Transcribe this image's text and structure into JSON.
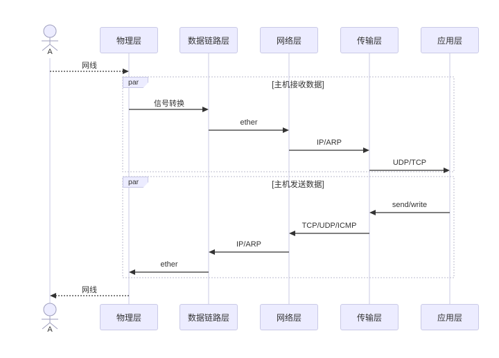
{
  "diagram": {
    "type": "sequence-diagram",
    "actor": {
      "label": "A"
    },
    "participants": [
      {
        "label": "物理层"
      },
      {
        "label": "数据链路层"
      },
      {
        "label": "网络层"
      },
      {
        "label": "传输层"
      },
      {
        "label": "应用层"
      }
    ],
    "frames": [
      {
        "keyword": "par",
        "condition": "[主机接收数据]"
      },
      {
        "keyword": "par",
        "condition": "[主机发送数据]"
      }
    ],
    "messages": [
      {
        "label": "网线",
        "from": "A",
        "to": "物理层",
        "style": "dotted"
      },
      {
        "label": "信号转换",
        "from": "物理层",
        "to": "数据链路层",
        "style": "solid"
      },
      {
        "label": "ether",
        "from": "数据链路层",
        "to": "网络层",
        "style": "solid"
      },
      {
        "label": "IP/ARP",
        "from": "网络层",
        "to": "传输层",
        "style": "solid"
      },
      {
        "label": "UDP/TCP",
        "from": "传输层",
        "to": "应用层",
        "style": "solid"
      },
      {
        "label": "send/write",
        "from": "应用层",
        "to": "传输层",
        "style": "solid"
      },
      {
        "label": "TCP/UDP/ICMP",
        "from": "传输层",
        "to": "网络层",
        "style": "solid"
      },
      {
        "label": "IP/ARP",
        "from": "网络层",
        "to": "数据链路层",
        "style": "solid"
      },
      {
        "label": "ether",
        "from": "数据链路层",
        "to": "物理层",
        "style": "solid"
      },
      {
        "label": "网线",
        "from": "物理层",
        "to": "A",
        "style": "dotted"
      }
    ],
    "colors": {
      "participant_fill": "#ECECFF",
      "participant_border": "#C9C9E6",
      "lifeline": "#C9C9E4",
      "frame_border": "#BBBBCC",
      "arrow": "#333333",
      "text": "#333333"
    }
  }
}
